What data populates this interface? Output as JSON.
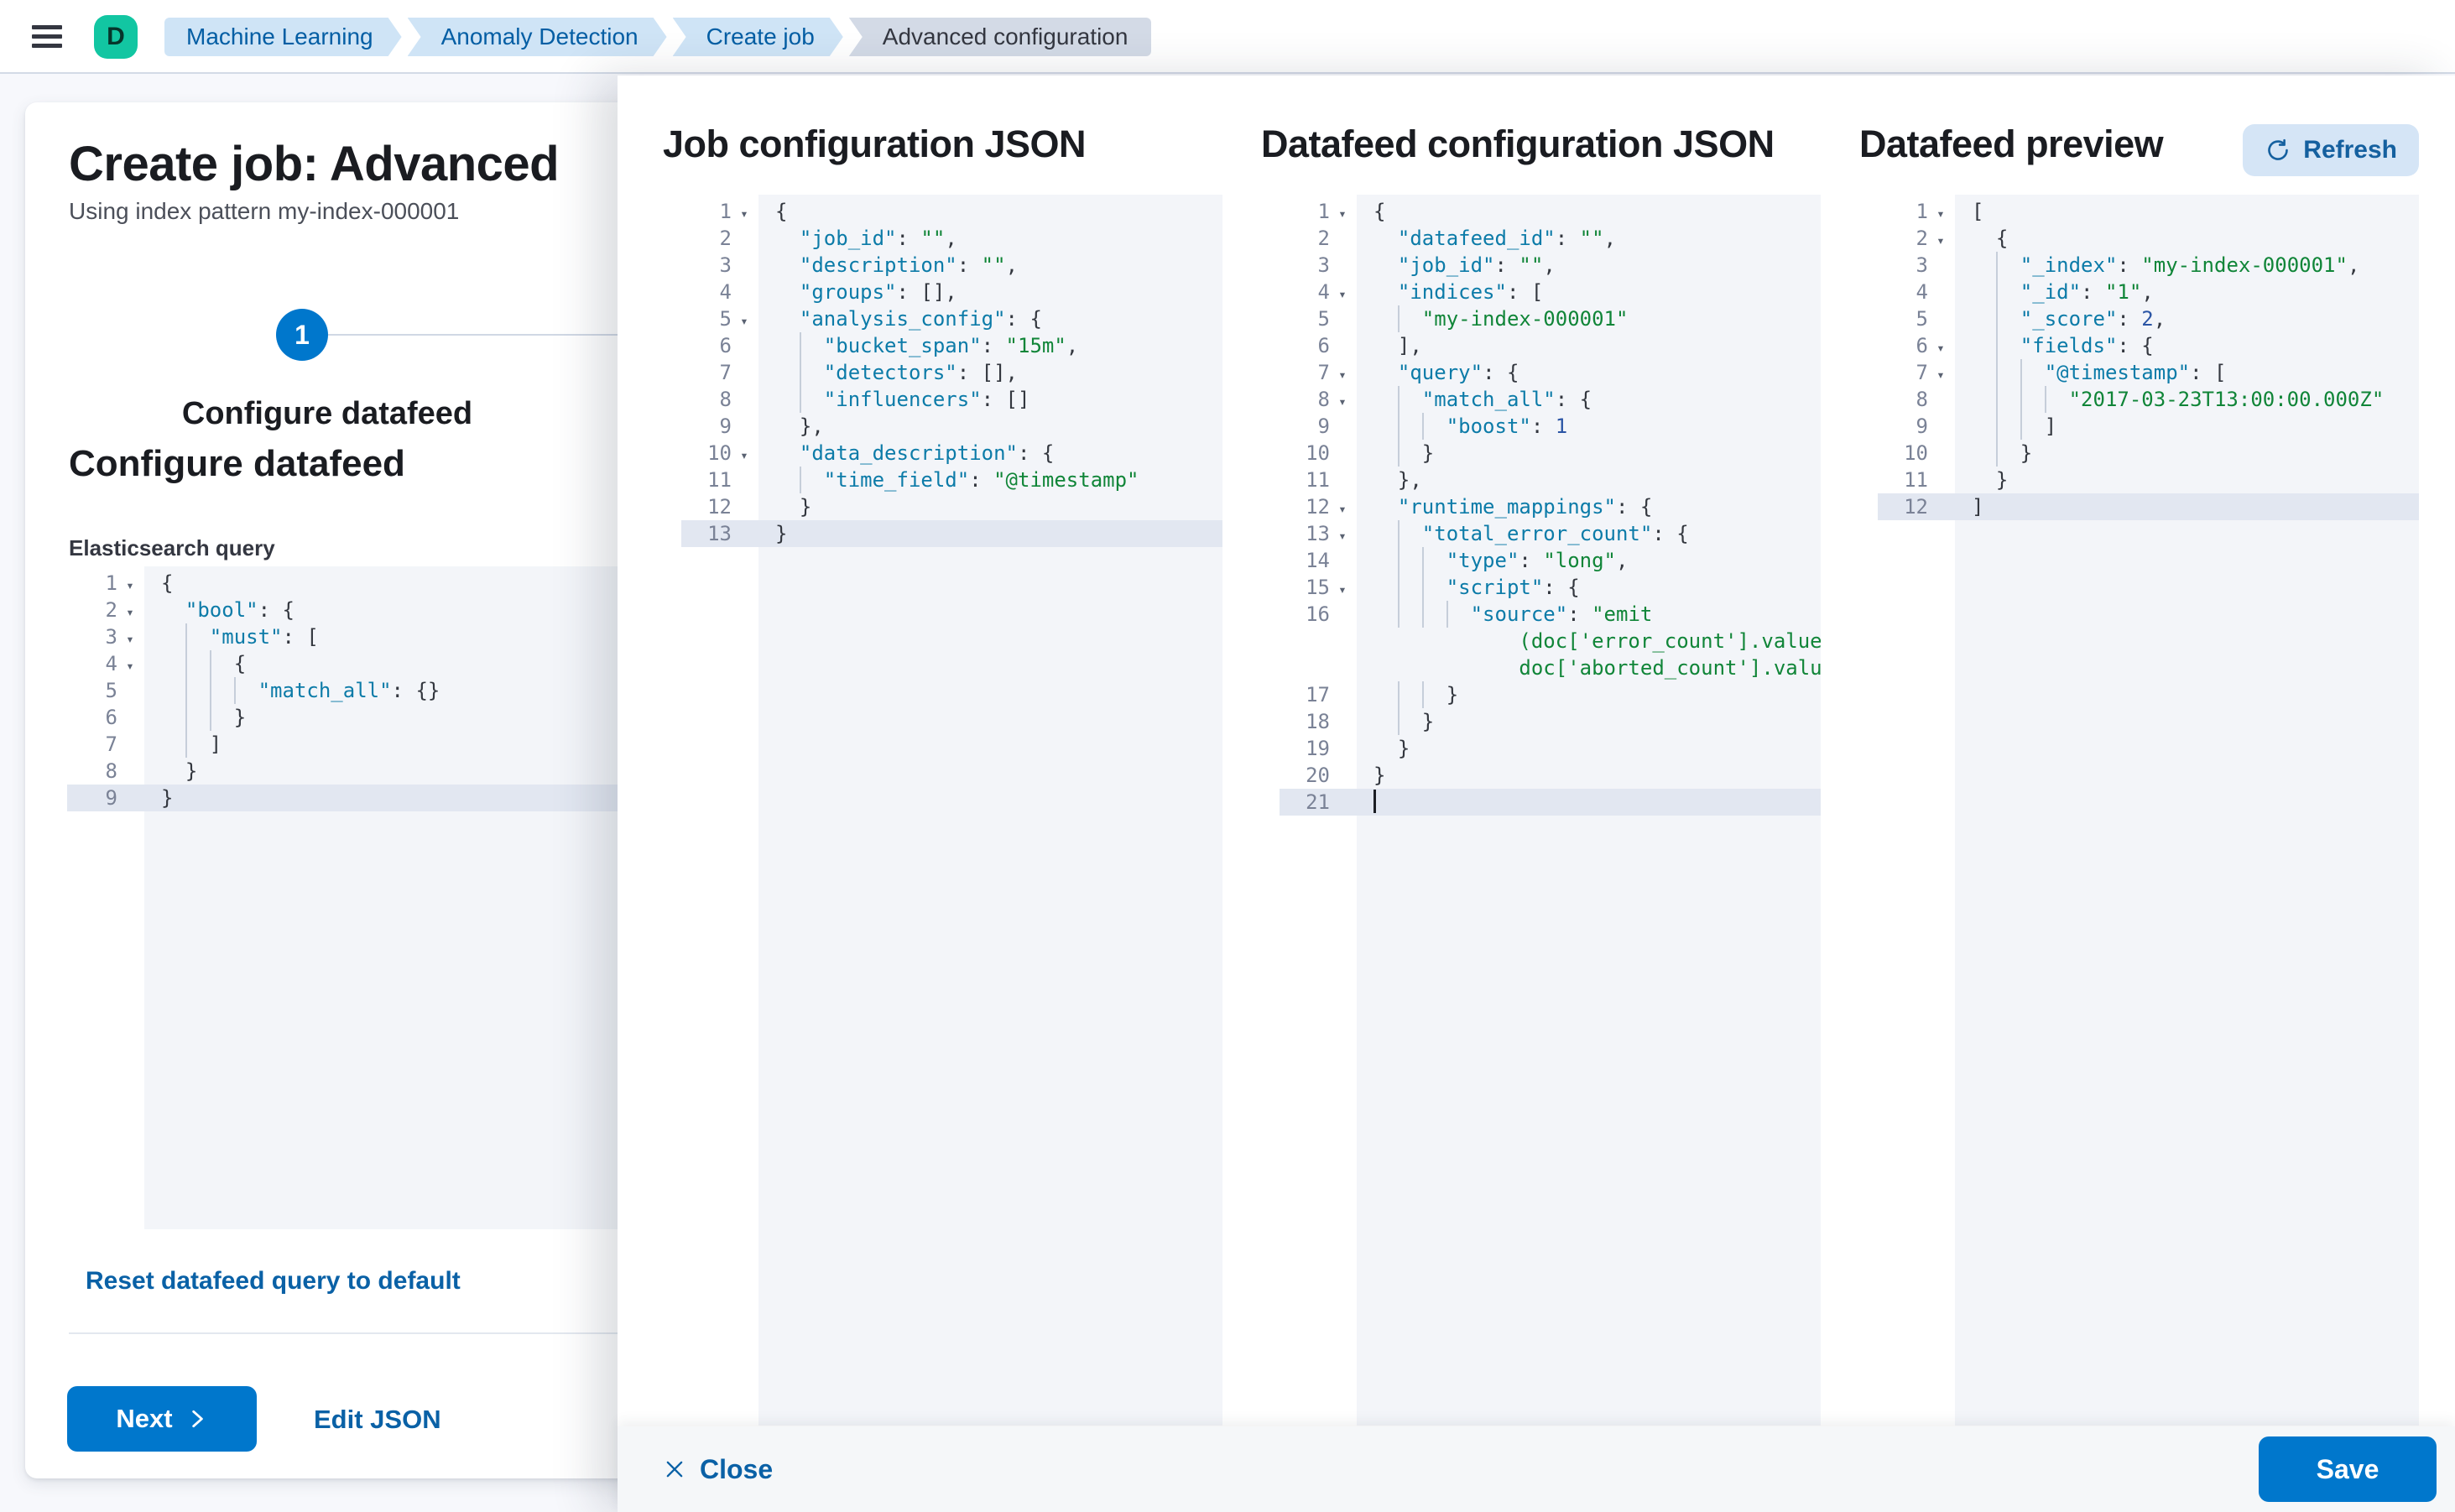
{
  "header": {
    "avatar_letter": "D",
    "breadcrumbs": [
      {
        "label": "Machine Learning"
      },
      {
        "label": "Anomaly Detection"
      },
      {
        "label": "Create job"
      },
      {
        "label": "Advanced configuration"
      }
    ]
  },
  "wizard": {
    "title": "Create job: Advanced",
    "subtitle": "Using index pattern my-index-000001",
    "step_number": "1",
    "step_label": "Configure datafeed",
    "section_title": "Configure datafeed",
    "query_label": "Elasticsearch query",
    "reset_link": "Reset datafeed query to default",
    "next_button": "Next",
    "edit_json_link": "Edit JSON"
  },
  "flyout": {
    "job_title": "Job configuration JSON",
    "datafeed_title": "Datafeed configuration JSON",
    "preview_title": "Datafeed preview",
    "refresh_button": "Refresh",
    "close_button": "Close",
    "save_button": "Save"
  },
  "colors": {
    "primary": "#0077CC",
    "link": "#0A61A6",
    "breadcrumb_bg": "#CFE4F6",
    "breadcrumb_current_bg": "#D3DAE6",
    "avatar_bg": "#12C6A2",
    "editor_bg": "#F3F5F9",
    "editor_active_line": "#E2E7F1",
    "code_key": "#0C7BA8",
    "code_string": "#108538",
    "code_number": "#2B55A5"
  },
  "editors": {
    "query": {
      "rows": [
        {
          "n": "1",
          "fold": true,
          "s": [
            [
              "p",
              "{"
            ]
          ]
        },
        {
          "n": "2",
          "fold": true,
          "s": [
            [
              "p",
              "  "
            ],
            [
              "k",
              "\"bool\""
            ],
            [
              "p",
              ": {"
            ]
          ]
        },
        {
          "n": "3",
          "fold": true,
          "g": [
            2
          ],
          "s": [
            [
              "p",
              "    "
            ],
            [
              "k",
              "\"must\""
            ],
            [
              "p",
              ": ["
            ]
          ]
        },
        {
          "n": "4",
          "fold": true,
          "g": [
            2,
            4
          ],
          "s": [
            [
              "p",
              "      {"
            ]
          ]
        },
        {
          "n": "5",
          "g": [
            2,
            4,
            6
          ],
          "s": [
            [
              "p",
              "        "
            ],
            [
              "k",
              "\"match_all\""
            ],
            [
              "p",
              ": {}"
            ]
          ]
        },
        {
          "n": "6",
          "g": [
            2,
            4
          ],
          "s": [
            [
              "p",
              "      }"
            ]
          ]
        },
        {
          "n": "7",
          "g": [
            2
          ],
          "s": [
            [
              "p",
              "    ]"
            ]
          ]
        },
        {
          "n": "8",
          "s": [
            [
              "p",
              "  }"
            ]
          ]
        },
        {
          "n": "9",
          "active": true,
          "s": [
            [
              "p",
              "}"
            ]
          ]
        }
      ]
    },
    "job": {
      "rows": [
        {
          "n": "1",
          "fold": true,
          "s": [
            [
              "p",
              "{"
            ]
          ]
        },
        {
          "n": "2",
          "s": [
            [
              "p",
              "  "
            ],
            [
              "k",
              "\"job_id\""
            ],
            [
              "p",
              ": "
            ],
            [
              "v",
              "\"\""
            ],
            [
              "p",
              ","
            ]
          ]
        },
        {
          "n": "3",
          "s": [
            [
              "p",
              "  "
            ],
            [
              "k",
              "\"description\""
            ],
            [
              "p",
              ": "
            ],
            [
              "v",
              "\"\""
            ],
            [
              "p",
              ","
            ]
          ]
        },
        {
          "n": "4",
          "s": [
            [
              "p",
              "  "
            ],
            [
              "k",
              "\"groups\""
            ],
            [
              "p",
              ": [],"
            ]
          ]
        },
        {
          "n": "5",
          "fold": true,
          "s": [
            [
              "p",
              "  "
            ],
            [
              "k",
              "\"analysis_config\""
            ],
            [
              "p",
              ": {"
            ]
          ]
        },
        {
          "n": "6",
          "g": [
            2
          ],
          "s": [
            [
              "p",
              "    "
            ],
            [
              "k",
              "\"bucket_span\""
            ],
            [
              "p",
              ": "
            ],
            [
              "v",
              "\"15m\""
            ],
            [
              "p",
              ","
            ]
          ]
        },
        {
          "n": "7",
          "g": [
            2
          ],
          "s": [
            [
              "p",
              "    "
            ],
            [
              "k",
              "\"detectors\""
            ],
            [
              "p",
              ": [],"
            ]
          ]
        },
        {
          "n": "8",
          "g": [
            2
          ],
          "s": [
            [
              "p",
              "    "
            ],
            [
              "k",
              "\"influencers\""
            ],
            [
              "p",
              ": []"
            ]
          ]
        },
        {
          "n": "9",
          "s": [
            [
              "p",
              "  },"
            ]
          ]
        },
        {
          "n": "10",
          "fold": true,
          "s": [
            [
              "p",
              "  "
            ],
            [
              "k",
              "\"data_description\""
            ],
            [
              "p",
              ": {"
            ]
          ]
        },
        {
          "n": "11",
          "g": [
            2
          ],
          "s": [
            [
              "p",
              "    "
            ],
            [
              "k",
              "\"time_field\""
            ],
            [
              "p",
              ": "
            ],
            [
              "v",
              "\"@timestamp\""
            ]
          ]
        },
        {
          "n": "12",
          "s": [
            [
              "p",
              "  }"
            ]
          ]
        },
        {
          "n": "13",
          "active": true,
          "s": [
            [
              "p",
              "}"
            ]
          ]
        }
      ]
    },
    "datafeed": {
      "rows": [
        {
          "n": "1",
          "fold": true,
          "s": [
            [
              "p",
              "{"
            ]
          ]
        },
        {
          "n": "2",
          "s": [
            [
              "p",
              "  "
            ],
            [
              "k",
              "\"datafeed_id\""
            ],
            [
              "p",
              ": "
            ],
            [
              "v",
              "\"\""
            ],
            [
              "p",
              ","
            ]
          ]
        },
        {
          "n": "3",
          "s": [
            [
              "p",
              "  "
            ],
            [
              "k",
              "\"job_id\""
            ],
            [
              "p",
              ": "
            ],
            [
              "v",
              "\"\""
            ],
            [
              "p",
              ","
            ]
          ]
        },
        {
          "n": "4",
          "fold": true,
          "s": [
            [
              "p",
              "  "
            ],
            [
              "k",
              "\"indices\""
            ],
            [
              "p",
              ": ["
            ]
          ]
        },
        {
          "n": "5",
          "g": [
            2
          ],
          "s": [
            [
              "p",
              "    "
            ],
            [
              "v",
              "\"my-index-000001\""
            ]
          ]
        },
        {
          "n": "6",
          "s": [
            [
              "p",
              "  ],"
            ]
          ]
        },
        {
          "n": "7",
          "fold": true,
          "s": [
            [
              "p",
              "  "
            ],
            [
              "k",
              "\"query\""
            ],
            [
              "p",
              ": {"
            ]
          ]
        },
        {
          "n": "8",
          "fold": true,
          "g": [
            2
          ],
          "s": [
            [
              "p",
              "    "
            ],
            [
              "k",
              "\"match_all\""
            ],
            [
              "p",
              ": {"
            ]
          ]
        },
        {
          "n": "9",
          "g": [
            2,
            4
          ],
          "s": [
            [
              "p",
              "      "
            ],
            [
              "k",
              "\"boost\""
            ],
            [
              "p",
              ": "
            ],
            [
              "n",
              "1"
            ]
          ]
        },
        {
          "n": "10",
          "g": [
            2
          ],
          "s": [
            [
              "p",
              "    }"
            ]
          ]
        },
        {
          "n": "11",
          "s": [
            [
              "p",
              "  },"
            ]
          ]
        },
        {
          "n": "12",
          "fold": true,
          "s": [
            [
              "p",
              "  "
            ],
            [
              "k",
              "\"runtime_mappings\""
            ],
            [
              "p",
              ": {"
            ]
          ]
        },
        {
          "n": "13",
          "fold": true,
          "g": [
            2
          ],
          "s": [
            [
              "p",
              "    "
            ],
            [
              "k",
              "\"total_error_count\""
            ],
            [
              "p",
              ": {"
            ]
          ]
        },
        {
          "n": "14",
          "g": [
            2,
            4
          ],
          "s": [
            [
              "p",
              "      "
            ],
            [
              "k",
              "\"type\""
            ],
            [
              "p",
              ": "
            ],
            [
              "v",
              "\"long\""
            ],
            [
              "p",
              ","
            ]
          ]
        },
        {
          "n": "15",
          "fold": true,
          "g": [
            2,
            4
          ],
          "s": [
            [
              "p",
              "      "
            ],
            [
              "k",
              "\"script\""
            ],
            [
              "p",
              ": {"
            ]
          ]
        },
        {
          "n": "16",
          "g": [
            2,
            4,
            6
          ],
          "s": [
            [
              "p",
              "        "
            ],
            [
              "k",
              "\"source\""
            ],
            [
              "p",
              ": "
            ],
            [
              "v",
              "\"emit"
            ]
          ]
        },
        {
          "n": "",
          "s": [
            [
              "v",
              "            (doc['error_count'].value +"
            ]
          ]
        },
        {
          "n": "",
          "s": [
            [
              "v",
              "            doc['aborted_count'].value)\""
            ]
          ]
        },
        {
          "n": "17",
          "g": [
            2,
            4
          ],
          "s": [
            [
              "p",
              "      }"
            ]
          ]
        },
        {
          "n": "18",
          "g": [
            2
          ],
          "s": [
            [
              "p",
              "    }"
            ]
          ]
        },
        {
          "n": "19",
          "s": [
            [
              "p",
              "  }"
            ]
          ]
        },
        {
          "n": "20",
          "s": [
            [
              "p",
              "}"
            ]
          ]
        },
        {
          "n": "21",
          "active": true,
          "s": [
            [
              "c",
              ""
            ]
          ]
        }
      ]
    },
    "preview": {
      "rows": [
        {
          "n": "1",
          "fold": true,
          "s": [
            [
              "p",
              "["
            ]
          ]
        },
        {
          "n": "2",
          "fold": true,
          "s": [
            [
              "p",
              "  {"
            ]
          ]
        },
        {
          "n": "3",
          "g": [
            2
          ],
          "s": [
            [
              "p",
              "    "
            ],
            [
              "k",
              "\"_index\""
            ],
            [
              "p",
              ": "
            ],
            [
              "v",
              "\"my-index-000001\""
            ],
            [
              "p",
              ","
            ]
          ]
        },
        {
          "n": "4",
          "g": [
            2
          ],
          "s": [
            [
              "p",
              "    "
            ],
            [
              "k",
              "\"_id\""
            ],
            [
              "p",
              ": "
            ],
            [
              "v",
              "\"1\""
            ],
            [
              "p",
              ","
            ]
          ]
        },
        {
          "n": "5",
          "g": [
            2
          ],
          "s": [
            [
              "p",
              "    "
            ],
            [
              "k",
              "\"_score\""
            ],
            [
              "p",
              ": "
            ],
            [
              "n",
              "2"
            ],
            [
              "p",
              ","
            ]
          ]
        },
        {
          "n": "6",
          "fold": true,
          "g": [
            2
          ],
          "s": [
            [
              "p",
              "    "
            ],
            [
              "k",
              "\"fields\""
            ],
            [
              "p",
              ": {"
            ]
          ]
        },
        {
          "n": "7",
          "fold": true,
          "g": [
            2,
            4
          ],
          "s": [
            [
              "p",
              "      "
            ],
            [
              "k",
              "\"@timestamp\""
            ],
            [
              "p",
              ": ["
            ]
          ]
        },
        {
          "n": "8",
          "g": [
            2,
            4,
            6
          ],
          "s": [
            [
              "p",
              "        "
            ],
            [
              "v",
              "\"2017-03-23T13:00:00.000Z\""
            ]
          ]
        },
        {
          "n": "9",
          "g": [
            2,
            4
          ],
          "s": [
            [
              "p",
              "      ]"
            ]
          ]
        },
        {
          "n": "10",
          "g": [
            2
          ],
          "s": [
            [
              "p",
              "    }"
            ]
          ]
        },
        {
          "n": "11",
          "s": [
            [
              "p",
              "  }"
            ]
          ]
        },
        {
          "n": "12",
          "active": true,
          "s": [
            [
              "p",
              "]"
            ]
          ]
        }
      ]
    }
  }
}
